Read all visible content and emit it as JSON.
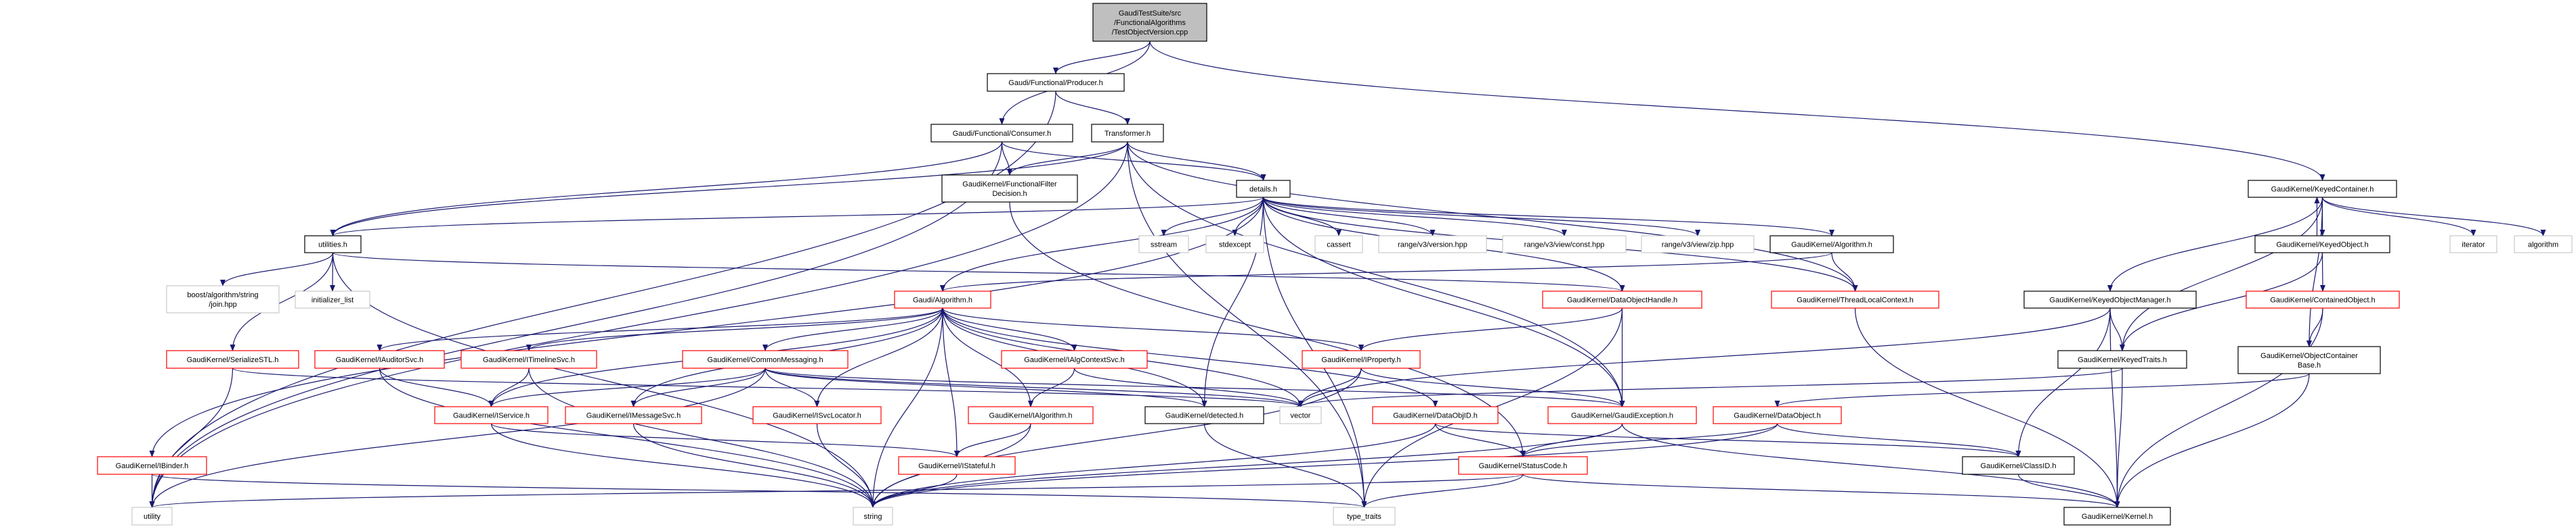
{
  "graph": {
    "edge_color": "#191970",
    "border_colors": {
      "root": "#000000",
      "documented": "#000000",
      "undocumented": "#ff0000",
      "external": "#bfbfbf"
    },
    "root_fill": "#bfbfbf",
    "nodes": {
      "root": {
        "lines": [
          "GaudiTestSuite/src",
          "/FunctionalAlgorithms",
          "/TestObjectVersion.cpp"
        ],
        "kind": "root"
      },
      "producer": {
        "lines": [
          "Gaudi/Functional/Producer.h"
        ],
        "kind": "documented"
      },
      "consumer": {
        "lines": [
          "Gaudi/Functional/Consumer.h"
        ],
        "kind": "documented"
      },
      "transformer": {
        "lines": [
          "Transformer.h"
        ],
        "kind": "documented"
      },
      "filterdecision": {
        "lines": [
          "GaudiKernel/FunctionalFilter",
          "Decision.h"
        ],
        "kind": "documented"
      },
      "details": {
        "lines": [
          "details.h"
        ],
        "kind": "documented"
      },
      "utilities": {
        "lines": [
          "utilities.h"
        ],
        "kind": "documented"
      },
      "sstream": {
        "lines": [
          "sstream"
        ],
        "kind": "external"
      },
      "stdexcept": {
        "lines": [
          "stdexcept"
        ],
        "kind": "external"
      },
      "cassert": {
        "lines": [
          "cassert"
        ],
        "kind": "external"
      },
      "rversion": {
        "lines": [
          "range/v3/version.hpp"
        ],
        "kind": "external"
      },
      "rconst": {
        "lines": [
          "range/v3/view/const.hpp"
        ],
        "kind": "external"
      },
      "rzip": {
        "lines": [
          "range/v3/view/zip.hpp"
        ],
        "kind": "external"
      },
      "gkalgorithm": {
        "lines": [
          "GaudiKernel/Algorithm.h"
        ],
        "kind": "documented"
      },
      "keyedcontainer": {
        "lines": [
          "GaudiKernel/KeyedContainer.h"
        ],
        "kind": "documented"
      },
      "keyedobject": {
        "lines": [
          "GaudiKernel/KeyedObject.h"
        ],
        "kind": "documented"
      },
      "iterator": {
        "lines": [
          "iterator"
        ],
        "kind": "external"
      },
      "algorithm": {
        "lines": [
          "algorithm"
        ],
        "kind": "external"
      },
      "boostjoin": {
        "lines": [
          "boost/algorithm/string",
          "/join.hpp"
        ],
        "kind": "external"
      },
      "initlist": {
        "lines": [
          "initializer_list"
        ],
        "kind": "external"
      },
      "gaudialgorithm": {
        "lines": [
          "Gaudi/Algorithm.h"
        ],
        "kind": "undocumented"
      },
      "dataobjecthandle": {
        "lines": [
          "GaudiKernel/DataObjectHandle.h"
        ],
        "kind": "undocumented"
      },
      "threadlocal": {
        "lines": [
          "GaudiKernel/ThreadLocalContext.h"
        ],
        "kind": "undocumented"
      },
      "keyedobjectmanager": {
        "lines": [
          "GaudiKernel/KeyedObjectManager.h"
        ],
        "kind": "documented"
      },
      "containedobject": {
        "lines": [
          "GaudiKernel/ContainedObject.h"
        ],
        "kind": "undocumented"
      },
      "serializestl": {
        "lines": [
          "GaudiKernel/SerializeSTL.h"
        ],
        "kind": "undocumented"
      },
      "iauditorsvc": {
        "lines": [
          "GaudiKernel/IAuditorSvc.h"
        ],
        "kind": "undocumented"
      },
      "itimelinesvc": {
        "lines": [
          "GaudiKernel/ITimelineSvc.h"
        ],
        "kind": "undocumented"
      },
      "commonmessaging": {
        "lines": [
          "GaudiKernel/CommonMessaging.h"
        ],
        "kind": "undocumented"
      },
      "ialgcontextsvc": {
        "lines": [
          "GaudiKernel/IAlgContextSvc.h"
        ],
        "kind": "undocumented"
      },
      "iproperty": {
        "lines": [
          "GaudiKernel/IProperty.h"
        ],
        "kind": "undocumented"
      },
      "keyedtraits": {
        "lines": [
          "GaudiKernel/KeyedTraits.h"
        ],
        "kind": "documented"
      },
      "objectcontainerbase": {
        "lines": [
          "GaudiKernel/ObjectContainer",
          "Base.h"
        ],
        "kind": "documented"
      },
      "iservice": {
        "lines": [
          "GaudiKernel/IService.h"
        ],
        "kind": "undocumented"
      },
      "imessagesvc": {
        "lines": [
          "GaudiKernel/IMessageSvc.h"
        ],
        "kind": "undocumented"
      },
      "isvclocator": {
        "lines": [
          "GaudiKernel/ISvcLocator.h"
        ],
        "kind": "undocumented"
      },
      "ialgorithm": {
        "lines": [
          "GaudiKernel/IAlgorithm.h"
        ],
        "kind": "undocumented"
      },
      "detected": {
        "lines": [
          "GaudiKernel/detected.h"
        ],
        "kind": "documented"
      },
      "vector": {
        "lines": [
          "vector"
        ],
        "kind": "external"
      },
      "dataobjid": {
        "lines": [
          "GaudiKernel/DataObjID.h"
        ],
        "kind": "undocumented"
      },
      "gaudiexception": {
        "lines": [
          "GaudiKernel/GaudiException.h"
        ],
        "kind": "undocumented"
      },
      "dataobject": {
        "lines": [
          "GaudiKernel/DataObject.h"
        ],
        "kind": "undocumented"
      },
      "ibinder": {
        "lines": [
          "GaudiKernel/IBinder.h"
        ],
        "kind": "undocumented"
      },
      "istateful": {
        "lines": [
          "GaudiKernel/IStateful.h"
        ],
        "kind": "undocumented"
      },
      "statuscode": {
        "lines": [
          "GaudiKernel/StatusCode.h"
        ],
        "kind": "undocumented"
      },
      "classid": {
        "lines": [
          "GaudiKernel/ClassID.h"
        ],
        "kind": "documented"
      },
      "utility": {
        "lines": [
          "utility"
        ],
        "kind": "external"
      },
      "string": {
        "lines": [
          "string"
        ],
        "kind": "external"
      },
      "typetraits": {
        "lines": [
          "type_traits"
        ],
        "kind": "external"
      },
      "kernel": {
        "lines": [
          "GaudiKernel/Kernel.h"
        ],
        "kind": "documented"
      }
    },
    "edges": [
      [
        "root",
        "producer"
      ],
      [
        "root",
        "consumer"
      ],
      [
        "root",
        "keyedcontainer"
      ],
      [
        "producer",
        "utility"
      ],
      [
        "producer",
        "transformer"
      ],
      [
        "consumer",
        "filterdecision"
      ],
      [
        "consumer",
        "details"
      ],
      [
        "consumer",
        "utilities"
      ],
      [
        "consumer",
        "utility"
      ],
      [
        "transformer",
        "filterdecision"
      ],
      [
        "transformer",
        "details"
      ],
      [
        "transformer",
        "utilities"
      ],
      [
        "transformer",
        "utility"
      ],
      [
        "transformer",
        "typetraits"
      ],
      [
        "transformer",
        "gaudiexception"
      ],
      [
        "transformer",
        "threadlocal"
      ],
      [
        "filterdecision",
        "statuscode"
      ],
      [
        "details",
        "utilities"
      ],
      [
        "details",
        "sstream"
      ],
      [
        "details",
        "stdexcept"
      ],
      [
        "details",
        "cassert"
      ],
      [
        "details",
        "rversion"
      ],
      [
        "details",
        "rconst"
      ],
      [
        "details",
        "rzip"
      ],
      [
        "details",
        "gkalgorithm"
      ],
      [
        "details",
        "gaudialgorithm"
      ],
      [
        "details",
        "ibinder"
      ],
      [
        "details",
        "detected"
      ],
      [
        "details",
        "typetraits"
      ],
      [
        "details",
        "dataobjecthandle"
      ],
      [
        "details",
        "threadlocal"
      ],
      [
        "details",
        "gaudiexception"
      ],
      [
        "utilities",
        "boostjoin"
      ],
      [
        "utilities",
        "initlist"
      ],
      [
        "utilities",
        "serializestl"
      ],
      [
        "utilities",
        "dataobjecthandle"
      ],
      [
        "utilities",
        "string"
      ],
      [
        "gkalgorithm",
        "gaudialgorithm"
      ],
      [
        "gkalgorithm",
        "threadlocal"
      ],
      [
        "gaudialgorithm",
        "iauditorsvc"
      ],
      [
        "gaudialgorithm",
        "itimelinesvc"
      ],
      [
        "gaudialgorithm",
        "commonmessaging"
      ],
      [
        "gaudialgorithm",
        "ialgcontextsvc"
      ],
      [
        "gaudialgorithm",
        "iservice"
      ],
      [
        "gaudialgorithm",
        "imessagesvc"
      ],
      [
        "gaudialgorithm",
        "isvclocator"
      ],
      [
        "gaudialgorithm",
        "ialgorithm"
      ],
      [
        "gaudialgorithm",
        "istateful"
      ],
      [
        "gaudialgorithm",
        "string"
      ],
      [
        "gaudialgorithm",
        "vector"
      ],
      [
        "gaudialgorithm",
        "iproperty"
      ],
      [
        "gaudialgorithm",
        "dataobjid"
      ],
      [
        "gaudialgorithm",
        "detected"
      ],
      [
        "serializestl",
        "utility"
      ],
      [
        "serializestl",
        "vector"
      ],
      [
        "iauditorsvc",
        "iservice"
      ],
      [
        "iauditorsvc",
        "string"
      ],
      [
        "itimelinesvc",
        "iservice"
      ],
      [
        "itimelinesvc",
        "string"
      ],
      [
        "commonmessaging",
        "iservice"
      ],
      [
        "commonmessaging",
        "imessagesvc"
      ],
      [
        "commonmessaging",
        "isvclocator"
      ],
      [
        "commonmessaging",
        "gaudiexception"
      ],
      [
        "commonmessaging",
        "detected"
      ],
      [
        "commonmessaging",
        "utility"
      ],
      [
        "commonmessaging",
        "vector"
      ],
      [
        "ialgcontextsvc",
        "ialgorithm"
      ],
      [
        "ialgcontextsvc",
        "vector"
      ],
      [
        "iservice",
        "istateful"
      ],
      [
        "iservice",
        "string"
      ],
      [
        "imessagesvc",
        "string"
      ],
      [
        "isvclocator",
        "string"
      ],
      [
        "ialgorithm",
        "istateful"
      ],
      [
        "ialgorithm",
        "string"
      ],
      [
        "istateful",
        "string"
      ],
      [
        "ibinder",
        "utility"
      ],
      [
        "ibinder",
        "typetraits"
      ],
      [
        "detected",
        "typetraits"
      ],
      [
        "dataobjecthandle",
        "iproperty"
      ],
      [
        "dataobjecthandle",
        "gaudiexception"
      ],
      [
        "dataobjecthandle",
        "typetraits"
      ],
      [
        "threadlocal",
        "kernel"
      ],
      [
        "iproperty",
        "vector"
      ],
      [
        "iproperty",
        "gaudiexception"
      ],
      [
        "iproperty",
        "string"
      ],
      [
        "dataobjid",
        "statuscode"
      ],
      [
        "dataobjid",
        "classid"
      ],
      [
        "dataobjid",
        "string"
      ],
      [
        "gaudiexception",
        "statuscode"
      ],
      [
        "gaudiexception",
        "kernel"
      ],
      [
        "gaudiexception",
        "string"
      ],
      [
        "dataobject",
        "statuscode"
      ],
      [
        "dataobject",
        "classid"
      ],
      [
        "dataobject",
        "string"
      ],
      [
        "statuscode",
        "utility"
      ],
      [
        "statuscode",
        "typetraits"
      ],
      [
        "statuscode",
        "kernel"
      ],
      [
        "classid",
        "kernel"
      ],
      [
        "keyedcontainer",
        "keyedobjectmanager"
      ],
      [
        "keyedcontainer",
        "keyedobject"
      ],
      [
        "keyedcontainer",
        "iterator"
      ],
      [
        "keyedcontainer",
        "algorithm"
      ],
      [
        "keyedcontainer",
        "objectcontainerbase"
      ],
      [
        "keyedcontainer",
        "keyedtraits"
      ],
      [
        "keyedobject",
        "keyedcontainer"
      ],
      [
        "keyedobject",
        "keyedtraits"
      ],
      [
        "keyedobject",
        "containedobject"
      ],
      [
        "keyedobjectmanager",
        "vector"
      ],
      [
        "keyedobjectmanager",
        "classid"
      ],
      [
        "keyedobjectmanager",
        "keyedtraits"
      ],
      [
        "keyedobjectmanager",
        "kernel"
      ],
      [
        "containedobject",
        "objectcontainerbase"
      ],
      [
        "containedobject",
        "kernel"
      ],
      [
        "keyedtraits",
        "vector"
      ],
      [
        "keyedtraits",
        "kernel"
      ],
      [
        "objectcontainerbase",
        "dataobject"
      ],
      [
        "objectcontainerbase",
        "kernel"
      ]
    ]
  }
}
